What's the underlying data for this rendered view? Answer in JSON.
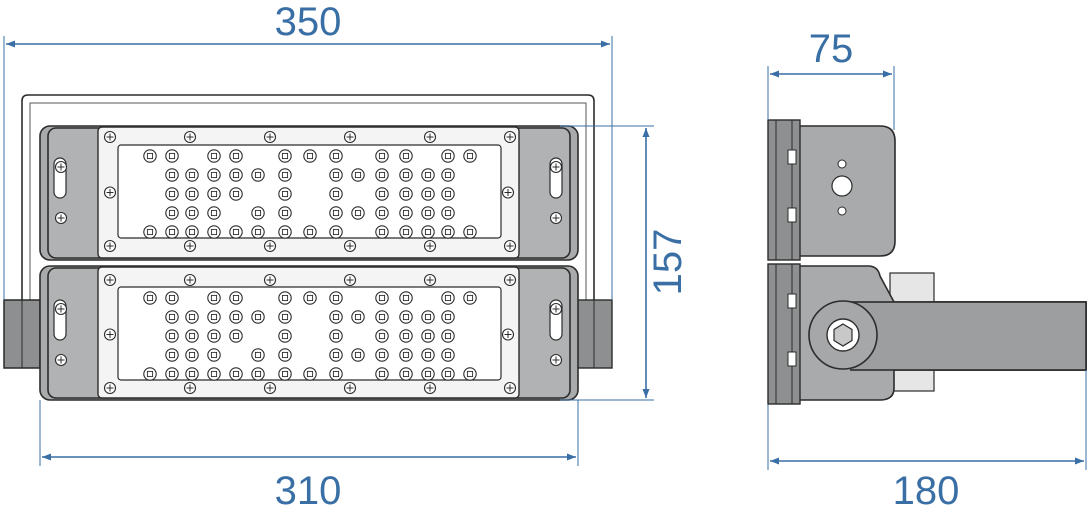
{
  "dimensions": {
    "total_width": "350",
    "body_width": "310",
    "height": "157",
    "side_depth": "75",
    "side_total": "180"
  },
  "colors": {
    "dimension": "#3a6fa5",
    "housing": "#a8aaab",
    "outline": "#2c2c2c",
    "lens_panel": "#f4f4f4"
  }
}
